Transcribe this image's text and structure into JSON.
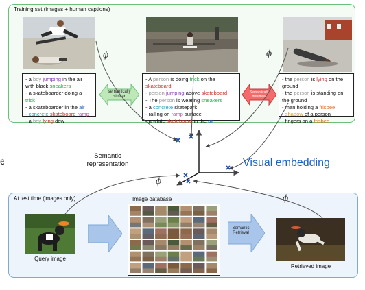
{
  "top_panel": {
    "title": "Training set (images + human captions)"
  },
  "bottom_panel": {
    "title": "At test time (images only)"
  },
  "captions": {
    "left": [
      [
        [
          "- a ",
          "#111"
        ],
        [
          "boy",
          "#999999"
        ],
        [
          " ",
          "#111"
        ],
        [
          "jumping",
          "#8a3ab9"
        ],
        [
          " in the air with black ",
          "#111"
        ],
        [
          "sneakers",
          "#2fa84f"
        ]
      ],
      [
        [
          "- a skateboarder doing a ",
          "#111"
        ],
        [
          "trick",
          "#2fa84f"
        ]
      ],
      [
        [
          "- a skateboarder in the ",
          "#111"
        ],
        [
          "air",
          "#1a63c4"
        ]
      ],
      [
        [
          "- ",
          "#111"
        ],
        [
          "concrete",
          "#1aa0b8"
        ],
        [
          " ",
          "#111"
        ],
        [
          "skateboard",
          "#d0342c"
        ],
        [
          " ",
          "#111"
        ],
        [
          "ramp",
          "#d84aa0"
        ]
      ],
      [
        [
          "- a ",
          "#111"
        ],
        [
          "boy",
          "#999999"
        ],
        [
          " ",
          "#111"
        ],
        [
          "lying",
          "#d0342c"
        ],
        [
          " dow",
          "#111"
        ]
      ]
    ],
    "middle": [
      [
        [
          "- A ",
          "#111"
        ],
        [
          "person",
          "#999999"
        ],
        [
          " is doing ",
          "#111"
        ],
        [
          "trick",
          "#2fa84f"
        ],
        [
          " on the ",
          "#111"
        ],
        [
          "skateboard",
          "#d0342c"
        ]
      ],
      [
        [
          "- ",
          "#111"
        ],
        [
          "person",
          "#999999"
        ],
        [
          " ",
          "#111"
        ],
        [
          "jumping",
          "#8a3ab9"
        ],
        [
          " above ",
          "#111"
        ],
        [
          "skateboard",
          "#d0342c"
        ]
      ],
      [
        [
          "- The ",
          "#111"
        ],
        [
          "person",
          "#999999"
        ],
        [
          " is wearing ",
          "#111"
        ],
        [
          "sneakers",
          "#2fa84f"
        ]
      ],
      [
        [
          "- a ",
          "#111"
        ],
        [
          "concrete",
          "#1aa0b8"
        ],
        [
          " skatepark",
          "#111"
        ]
      ],
      [
        [
          "- railing on ",
          "#111"
        ],
        [
          "ramp",
          "#d84aa0"
        ],
        [
          " surface",
          "#111"
        ]
      ],
      [
        [
          "- a white ",
          "#111"
        ],
        [
          "skateboard",
          "#d0342c"
        ],
        [
          " in the ",
          "#111"
        ],
        [
          "air",
          "#1a63c4"
        ]
      ]
    ],
    "right": [
      [
        [
          "- the ",
          "#111"
        ],
        [
          "person",
          "#999999"
        ],
        [
          " is ",
          "#111"
        ],
        [
          "lying",
          "#d0342c"
        ],
        [
          " on the ground",
          "#111"
        ]
      ],
      [
        [
          "- the ",
          "#111"
        ],
        [
          "person",
          "#999999"
        ],
        [
          " is standing on the ground",
          "#111"
        ]
      ],
      [
        [
          "- man holding a ",
          "#111"
        ],
        [
          "frisbee",
          "#e0701c"
        ]
      ],
      [
        [
          "- ",
          "#111"
        ],
        [
          "shadow",
          "#e0a020"
        ],
        [
          " of a person",
          "#111"
        ]
      ],
      [
        [
          "- fingers on a ",
          "#111"
        ],
        [
          "frisbee",
          "#e0701c"
        ]
      ]
    ]
  },
  "labels": {
    "semantically_similar": "semantically similar",
    "semantically_dissimilar": "Semantically dissimilar",
    "semantic_representation": "Semantic representation",
    "visual_embedding": "Visual embedding",
    "phi": "ϕ",
    "image_database": "Image database",
    "query_image": "Query image",
    "semantic_retrieval": "Semantic Retrieval",
    "retrieved_image": "Retrieved image",
    "clipped_glyph": "e"
  },
  "colors": {
    "top_border": "#6cc07a",
    "bottom_border": "#7fa8d8",
    "green_arrow": "#bfe8b8",
    "red_arrow": "#f36b6b",
    "blue_arrow": "#a9c6ea",
    "accent_blue": "#1a63c4"
  }
}
